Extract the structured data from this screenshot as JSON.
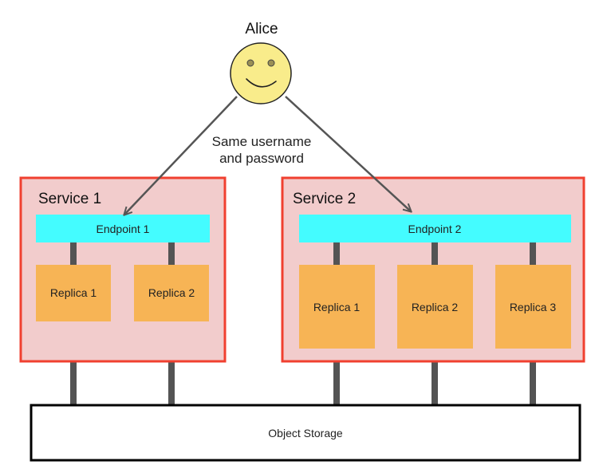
{
  "user": {
    "name": "Alice",
    "icon": "smiley-face-icon"
  },
  "edge_label": {
    "line1": "Same username",
    "line2": "and password"
  },
  "services": [
    {
      "title": "Service 1",
      "endpoint": "Endpoint 1",
      "replicas": [
        "Replica 1",
        "Replica 2"
      ]
    },
    {
      "title": "Service 2",
      "endpoint": "Endpoint 2",
      "replicas": [
        "Replica 1",
        "Replica 2",
        "Replica 3"
      ]
    }
  ],
  "storage": {
    "label": "Object Storage"
  },
  "colors": {
    "service_fill": "#f2cccc",
    "service_border": "#f04030",
    "endpoint_fill": "#44fcff",
    "replica_fill": "#f7b455",
    "connector": "#545454",
    "arrow": "#555555",
    "face_fill": "#f9ec8b",
    "storage_fill": "#ffffff",
    "storage_border": "#000000"
  }
}
